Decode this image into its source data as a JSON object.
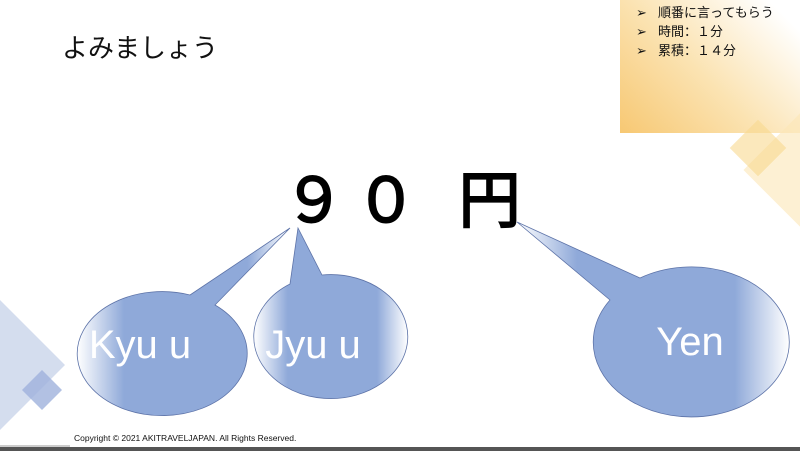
{
  "slide": {
    "title": "よみましょう",
    "price": "９０ 円",
    "notes": [
      {
        "bullet": "➢",
        "text": "順番に言ってもらう"
      },
      {
        "bullet": "➢",
        "text": "時間：１分"
      },
      {
        "bullet": "➢",
        "text": "累積：１４分"
      }
    ],
    "bubbles": {
      "kyu": "Kyu u",
      "jyu": "Jyu u",
      "yen": "Yen"
    },
    "copyright": "Copyright © 2021 AKITRAVELJAPAN. All Rights Reserved."
  },
  "colors": {
    "bubble": "#8fa9d9",
    "accent_orange": "#f7c873"
  }
}
